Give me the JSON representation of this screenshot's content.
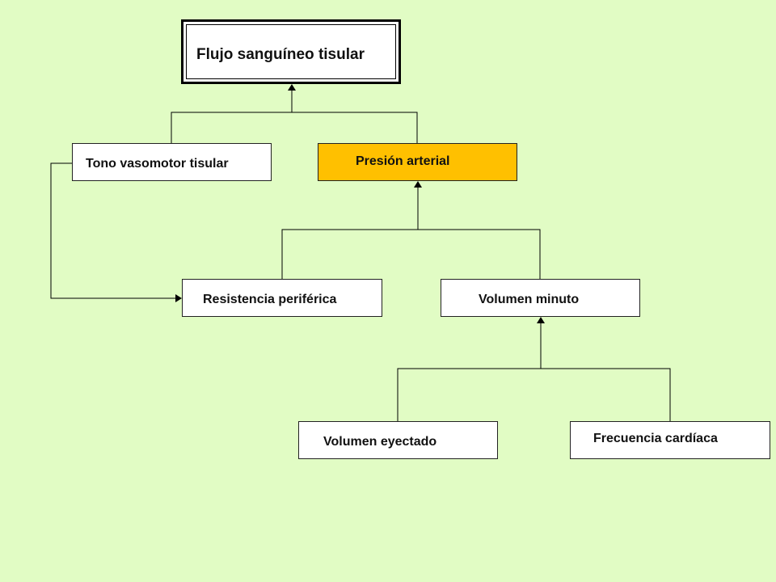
{
  "nodes": {
    "flujo": "Flujo sanguíneo tisular",
    "tono": "Tono vasomotor tisular",
    "presion": "Presión arterial",
    "resistencia": "Resistencia periférica",
    "volumen_minuto": "Volumen minuto",
    "volumen_eyectado": "Volumen eyectado",
    "frecuencia": "Frecuencia cardíaca"
  },
  "colors": {
    "background": "#e1fcc4",
    "highlight": "#ffc000",
    "box": "#ffffff",
    "line": "#000000"
  }
}
